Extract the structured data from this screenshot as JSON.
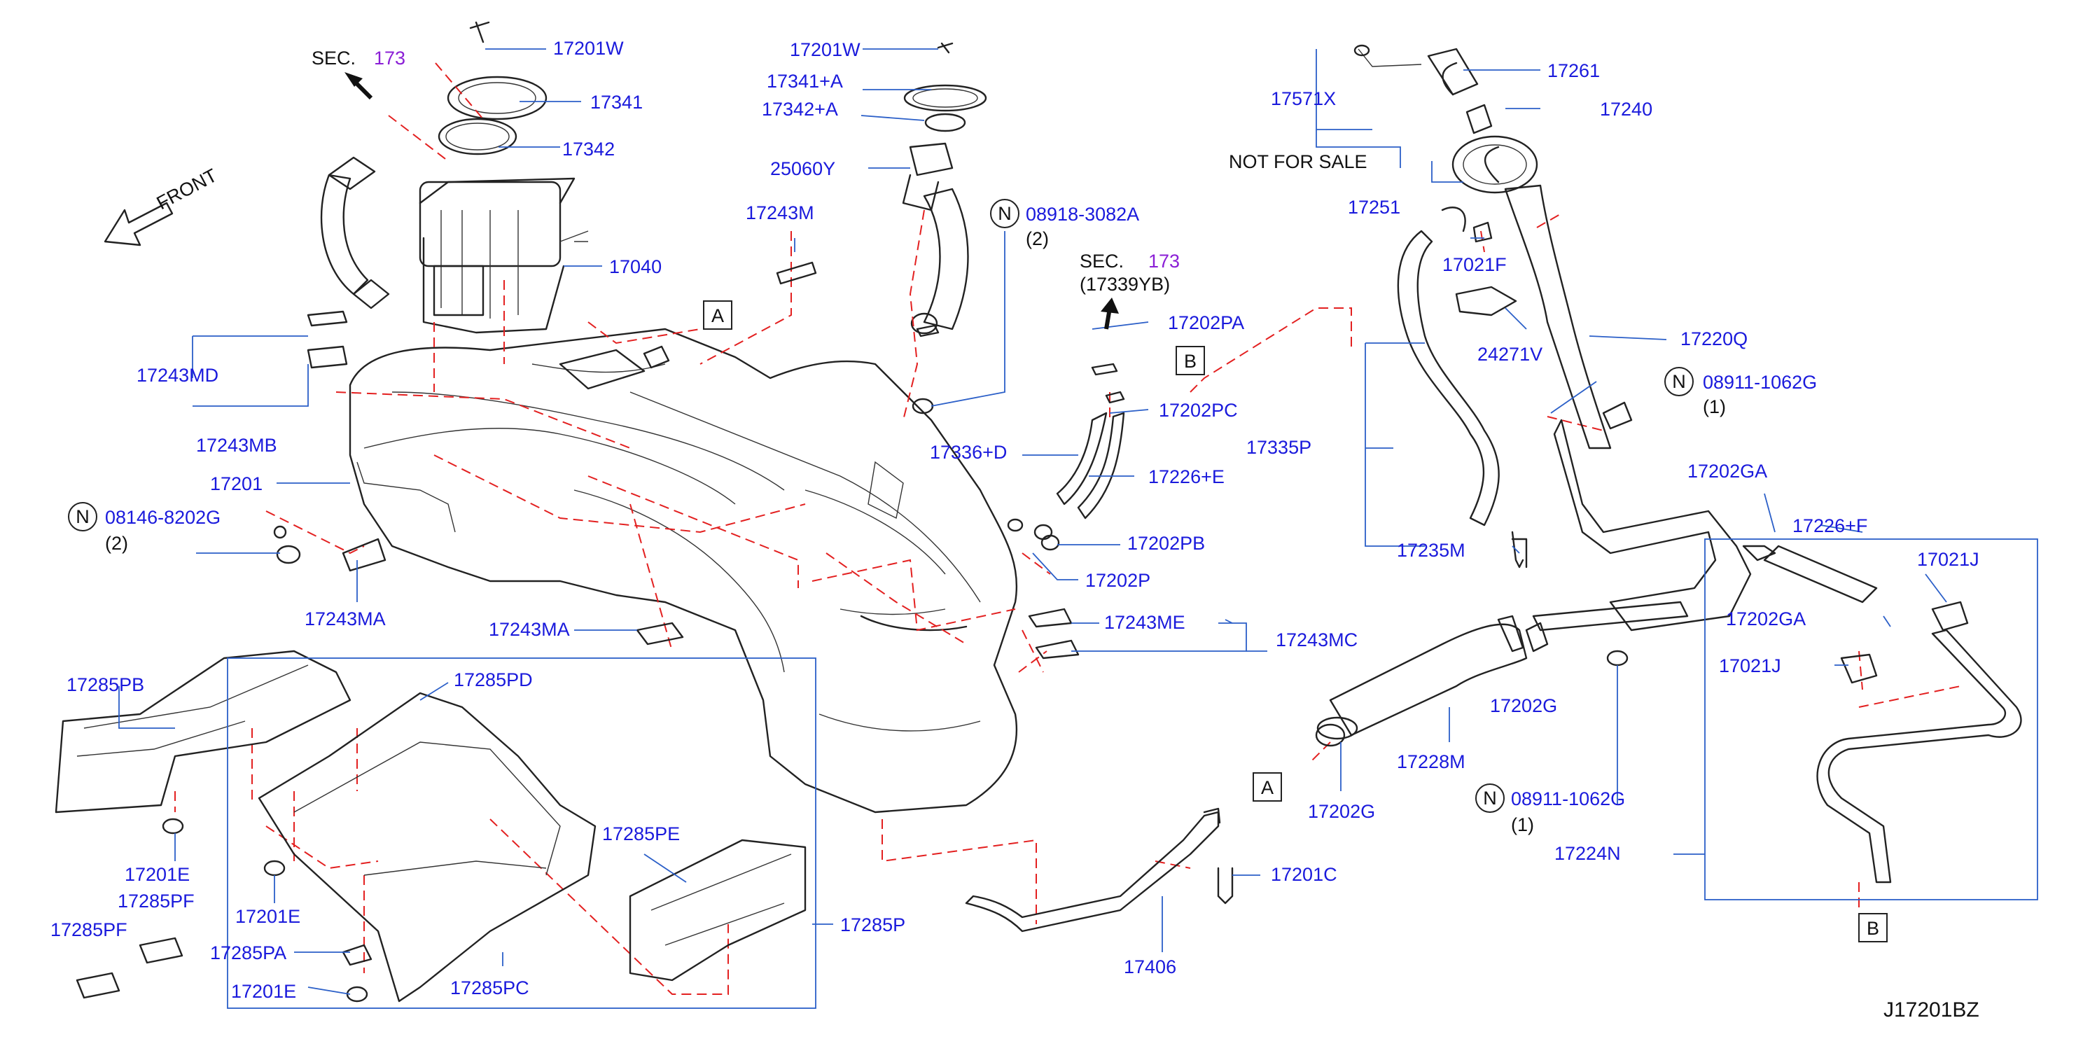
{
  "diagram_code": "J17201BZ",
  "front_label": "FRONT",
  "sec_173": {
    "prefix": "SEC.",
    "number": "173"
  },
  "sec_173_ref": "(17339YB)",
  "not_for_sale": "NOT FOR SALE",
  "callout_letters": {
    "a": "A",
    "b": "B"
  },
  "nut_symbol": "N",
  "parts": {
    "p17201W_a": "17201W",
    "p17341": "17341",
    "p17342": "17342",
    "p17040": "17040",
    "p17243MD": "17243MD",
    "p17243MB": "17243MB",
    "p17201": "17201",
    "p08146": "08146-8202G",
    "p08146_qty": "(2)",
    "p17243MA_a": "17243MA",
    "p17201W_b": "17201W",
    "p17341A": "17341+A",
    "p17342A": "17342+A",
    "p25060Y": "25060Y",
    "p17243M": "17243M",
    "p08918": "08918-3082A",
    "p08918_qty": "(2)",
    "p17202PA": "17202PA",
    "p17202PC": "17202PC",
    "p17336D": "17336+D",
    "p17226E": "17226+E",
    "p17202PB": "17202PB",
    "p17202P": "17202P",
    "p17243MA_b": "17243MA",
    "p17243ME": "17243ME",
    "p17243MC": "17243MC",
    "p17285PB": "17285PB",
    "p17285PD": "17285PD",
    "p17285PE": "17285PE",
    "p17285P": "17285P",
    "p17201E_a": "17201E",
    "p17285PF_a": "17285PF",
    "p17201E_b": "17201E",
    "p17285PF_b": "17285PF",
    "p17285PA": "17285PA",
    "p17201E_c": "17201E",
    "p17285PC": "17285PC",
    "p17406": "17406",
    "p17201C": "17201C",
    "p17571X": "17571X",
    "p17261": "17261",
    "p17240": "17240",
    "p17251": "17251",
    "p17021F": "17021F",
    "p24271V": "24271V",
    "p17220Q": "17220Q",
    "p08911_a": "08911-1062G",
    "p08911_a_qty": "(1)",
    "p17335P": "17335P",
    "p17202GA_a": "17202GA",
    "p17226F": "17226+F",
    "p17235M": "17235M",
    "p17021J_a": "17021J",
    "p17202GA_b": "17202GA",
    "p17021J_b": "17021J",
    "p17202G_a": "17202G",
    "p17228M": "17228M",
    "p17202G_b": "17202G",
    "p08911_b": "08911-1062G",
    "p08911_b_qty": "(1)",
    "p17224N": "17224N"
  }
}
